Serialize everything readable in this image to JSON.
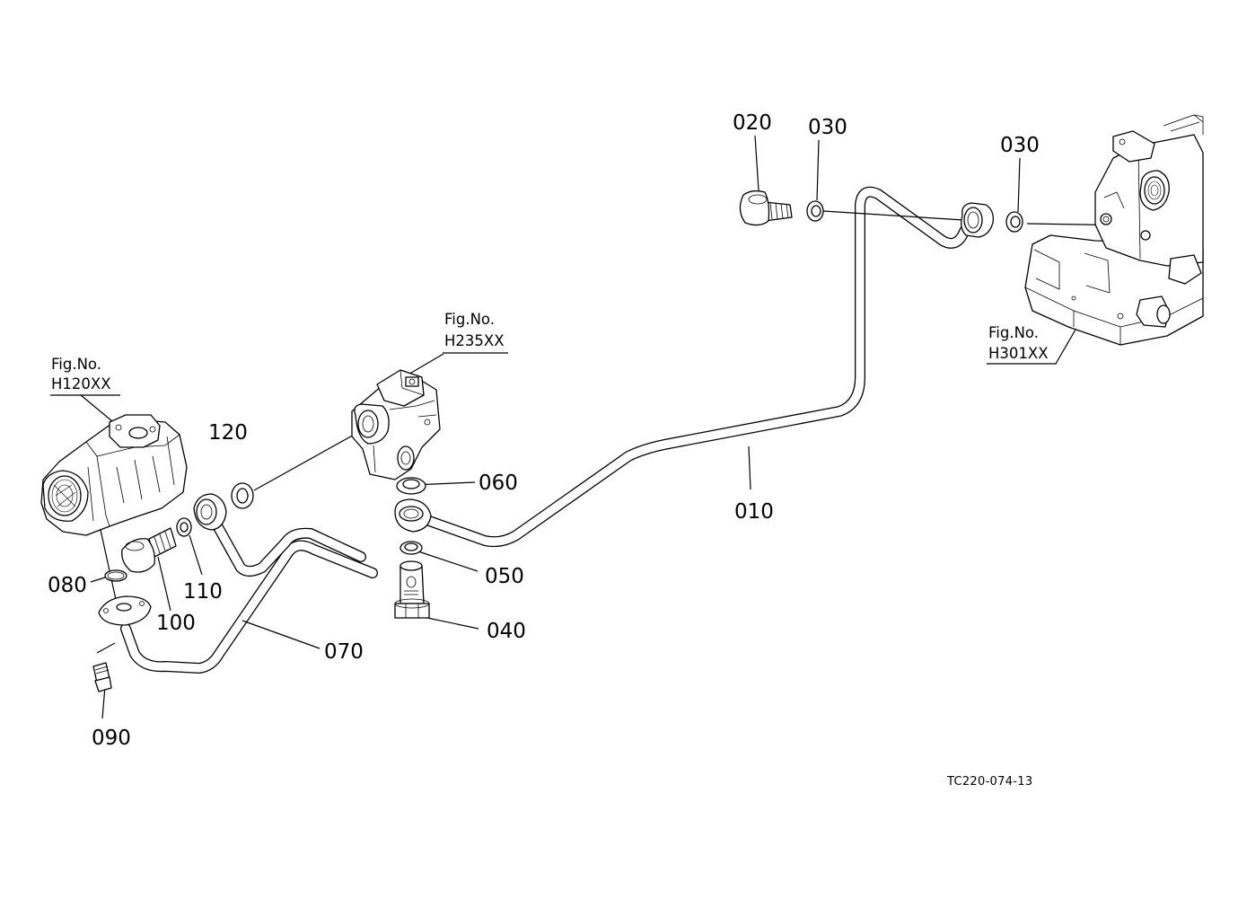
{
  "callouts": {
    "p010": "010",
    "p020": "020",
    "p030a": "030",
    "p030b": "030",
    "p040": "040",
    "p050": "050",
    "p060": "060",
    "p070": "070",
    "p080": "080",
    "p090": "090",
    "p100": "100",
    "p110": "110",
    "p120": "120"
  },
  "figure_refs": {
    "h120": {
      "label": "Fig.No.",
      "number": "H120XX"
    },
    "h235": {
      "label": "Fig.No.",
      "number": "H235XX"
    },
    "h301": {
      "label": "Fig.No.",
      "number": "H301XX"
    }
  },
  "drawing_code": "TC220-074-13"
}
